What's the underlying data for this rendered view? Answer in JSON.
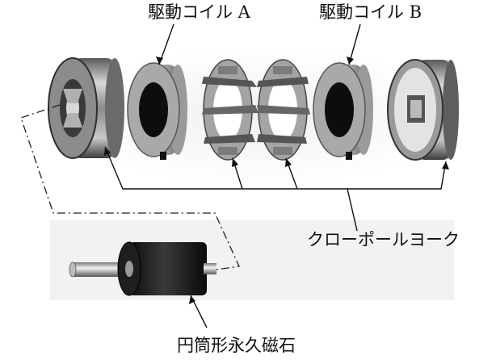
{
  "labels": {
    "coil_a": "駆動コイル A",
    "coil_b": "駆動コイル B",
    "claw_pole_yoke": "クローポールヨーク",
    "magnet": "円筒形永久磁石"
  }
}
